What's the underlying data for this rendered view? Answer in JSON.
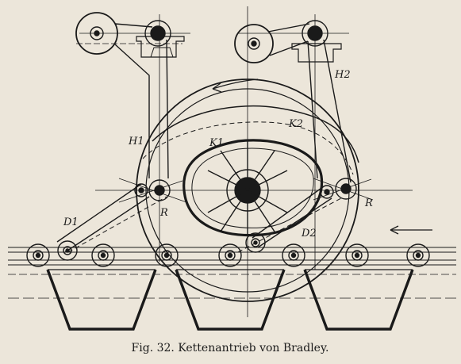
{
  "caption": "Fig. 32.  Kettenantrieb von Bradley.",
  "labels": {
    "h1": "H1",
    "h2": "H2",
    "k1": "K1",
    "k2": "K2",
    "d1": "D1",
    "d2": "D2",
    "r_left": "R",
    "r_right": "R"
  },
  "colors": {
    "ink": "#1a1a1a",
    "paper": "#ece6da"
  }
}
